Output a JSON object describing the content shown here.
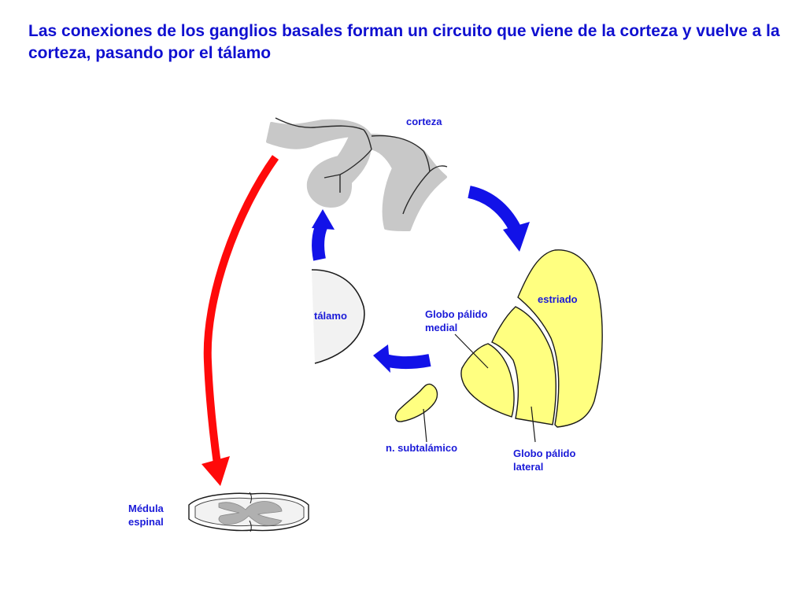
{
  "title": "Las conexiones de los ganglios basales forman un circuito que viene de la corteza y vuelve a la corteza, pasando por el tálamo",
  "labels": {
    "corteza": "corteza",
    "estriado": "estriado",
    "globo_palido_medial_1": "Globo pálido",
    "globo_palido_medial_2": "medial",
    "talamo": "tálamo",
    "subtalamico": "n. subtalámico",
    "globo_palido_lateral_1": "Globo pálido",
    "globo_palido_lateral_2": "lateral",
    "medula_1": "Médula",
    "medula_2": "espinal"
  },
  "colors": {
    "title": "#1010d0",
    "labels": "#1a1ad8",
    "blue_arrow": "#1212e8",
    "red_arrow": "#ff0a0a",
    "nuclei": "#ffff80",
    "cortex": "#c8c8c8",
    "thalamus": "#f2f2f2"
  }
}
